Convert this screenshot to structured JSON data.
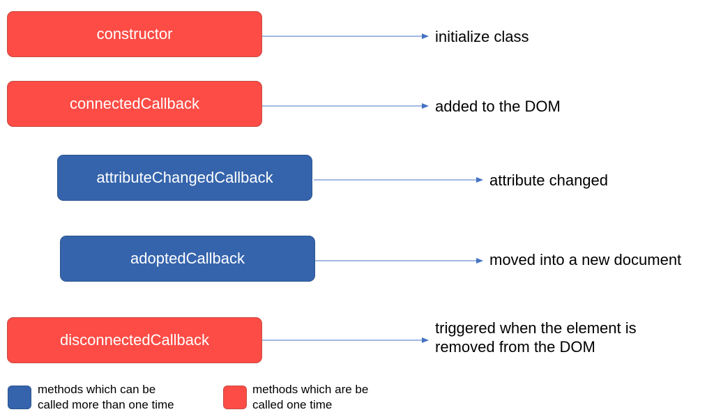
{
  "nodes": [
    {
      "id": "constructor",
      "label": "constructor",
      "color": "red",
      "description_lines": [
        "initialize class"
      ]
    },
    {
      "id": "connected",
      "label": "connectedCallback",
      "color": "red",
      "description_lines": [
        "added to the DOM"
      ]
    },
    {
      "id": "attribute",
      "label": "attributeChangedCallback",
      "color": "blue",
      "description_lines": [
        "attribute changed"
      ]
    },
    {
      "id": "adopted",
      "label": "adoptedCallback",
      "color": "blue",
      "description_lines": [
        "moved into a new document"
      ]
    },
    {
      "id": "disconnected",
      "label": "disconnectedCallback",
      "color": "red",
      "description_lines": [
        "triggered when the element is",
        "removed from the DOM"
      ]
    }
  ],
  "legend": [
    {
      "color": "blue",
      "lines": [
        "methods which can be",
        "called more than one time"
      ]
    },
    {
      "color": "red",
      "lines": [
        "methods which are be",
        "called one time"
      ]
    }
  ],
  "colors": {
    "red": "#fc4c45",
    "blue": "#3564ac",
    "arrow": "#4472c4"
  }
}
